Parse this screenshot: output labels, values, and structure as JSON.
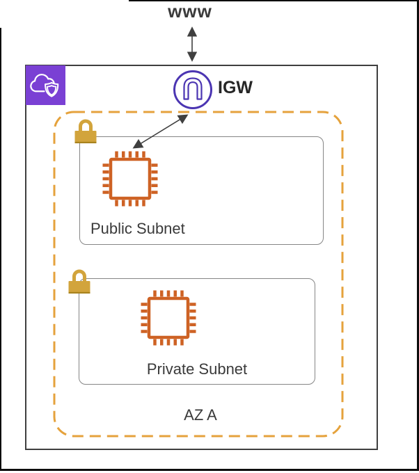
{
  "diagram": {
    "internet_label": "www",
    "gateway_label": "IGW",
    "az_label": "AZ A",
    "subnets": [
      {
        "label": "Public Subnet"
      },
      {
        "label": "Private Subnet"
      }
    ]
  },
  "colors": {
    "purple_fill": "#7A40D4",
    "igw_stroke": "#4B35B2",
    "orange": "#CE6224",
    "az_orange": "#E5A23C",
    "gold": "#D2A43C",
    "gold_dark": "#A8831E",
    "box_border": "#3F3F3F",
    "subnet_border": "#858585",
    "text": "#3A3A3A",
    "frame": "#0D0D0D",
    "arrow": "#3F3F3F"
  }
}
